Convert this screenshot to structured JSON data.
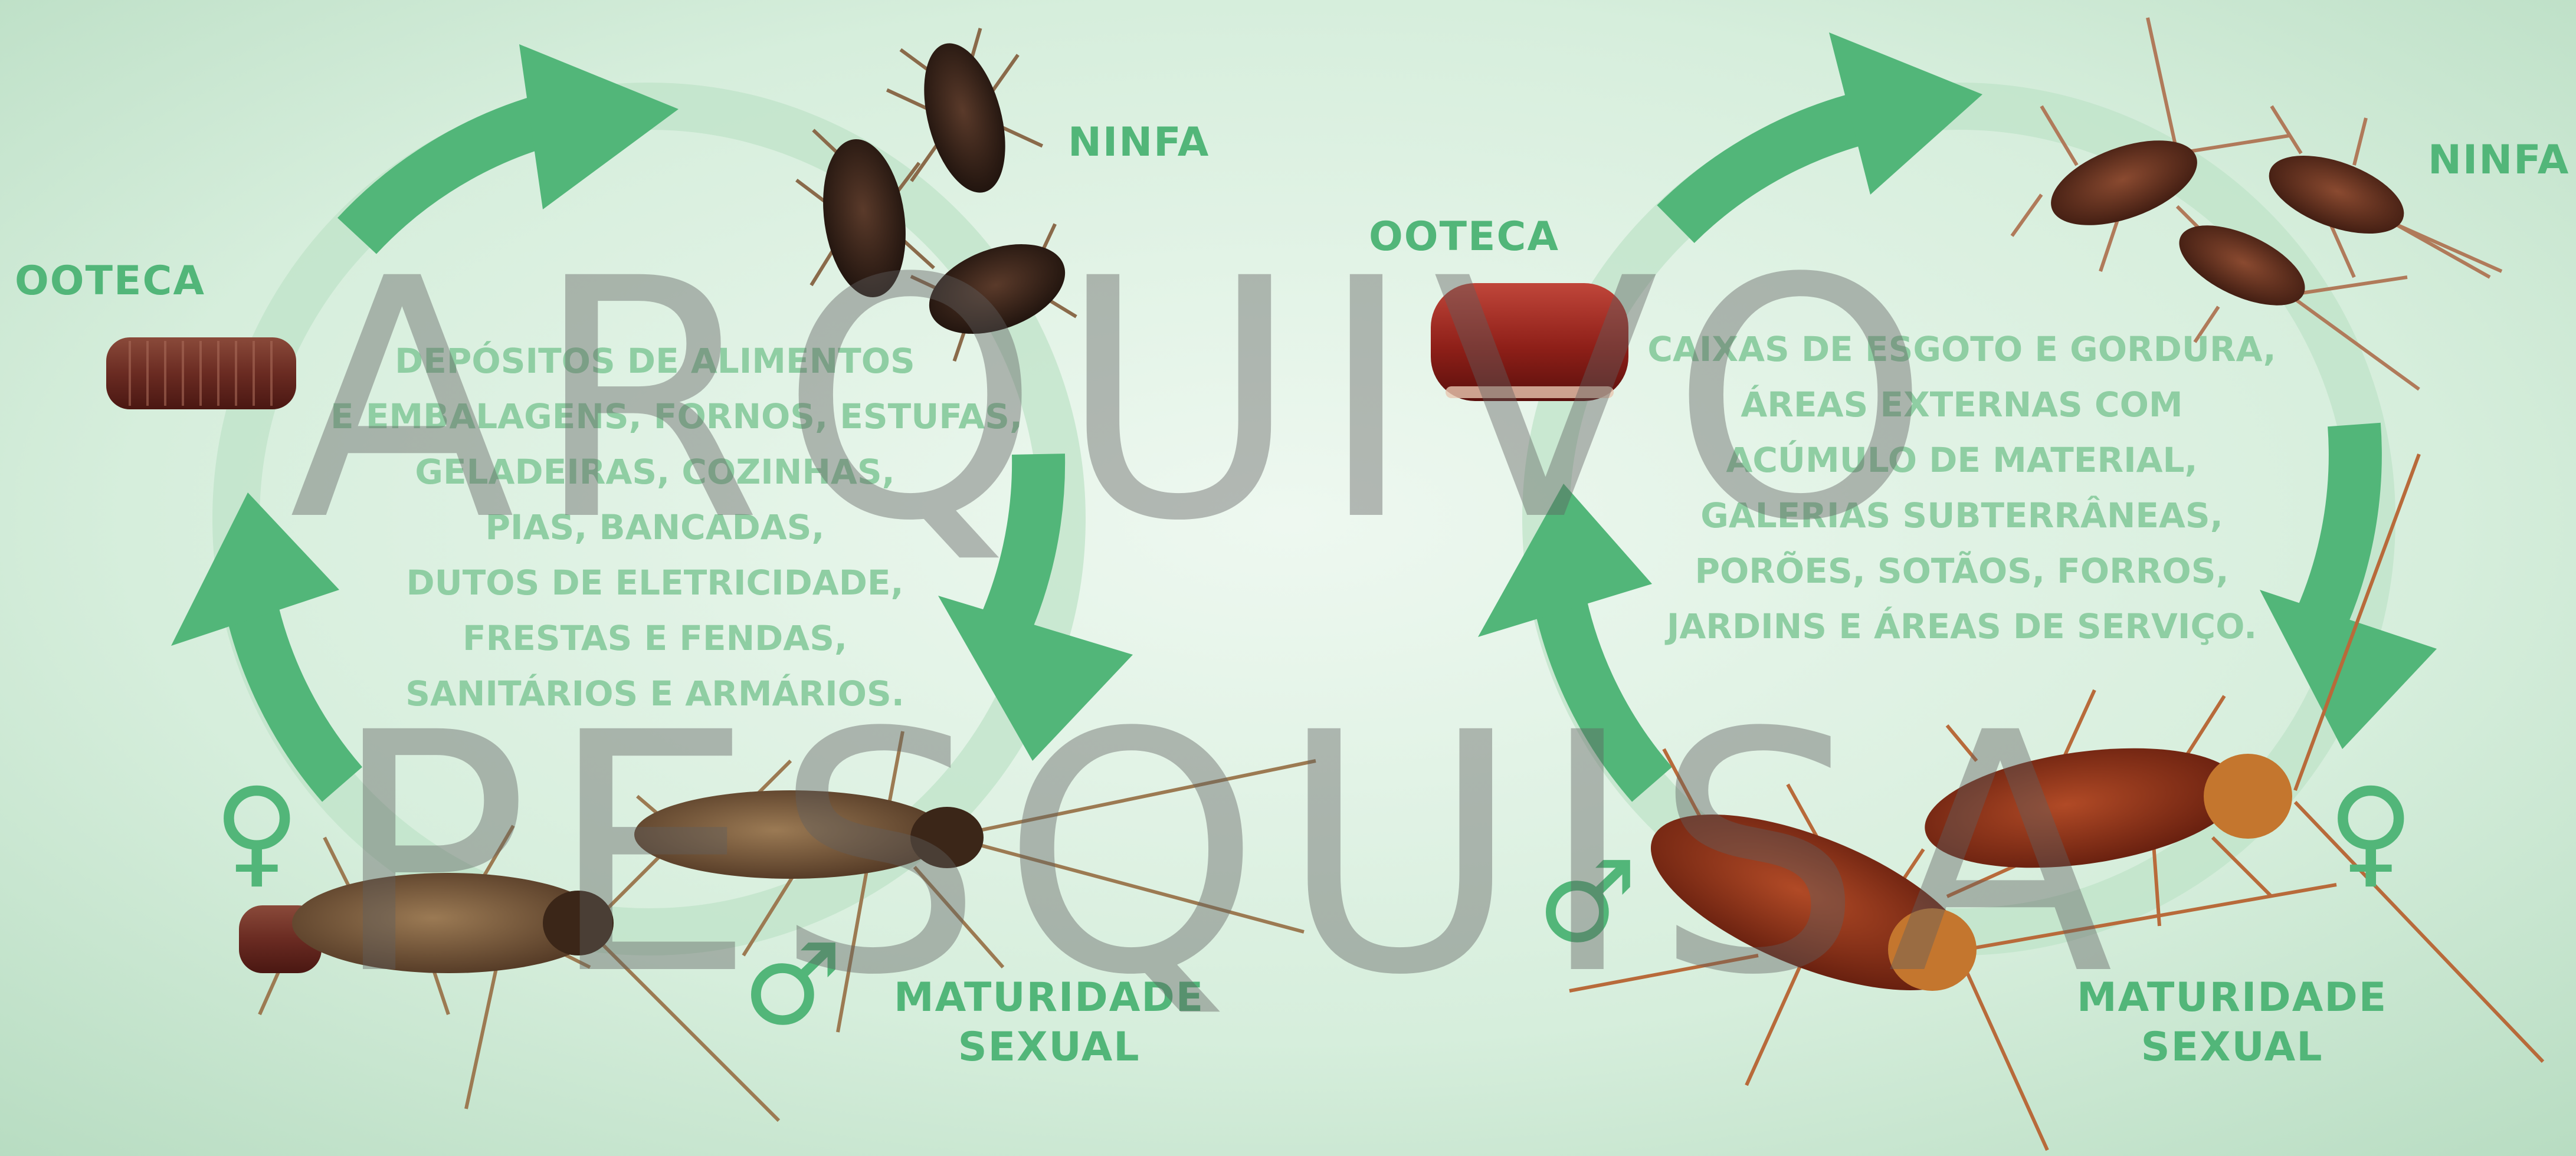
{
  "colors": {
    "background_light": "#e7f5ea",
    "background_dark": "#b9dfc4",
    "arrow_green": "#52b679",
    "label_green": "#52b679",
    "habitat_text": "#8fcea3",
    "watermark": "#5f5f5f"
  },
  "watermark": {
    "line1": "ARQUIVO",
    "line2": "PESQUISA"
  },
  "cycles": [
    {
      "ooteca_label": "OOTECA",
      "ninfa_label": "NINFA",
      "maturidade_line1": "MATURIDADE",
      "maturidade_line2": "SEXUAL",
      "female_symbol": "♀",
      "male_symbol": "♂",
      "habitat_lines": [
        "DEPÓSITOS DE ALIMENTOS",
        "E EMBALAGENS, FORNOS, ESTUFAS,",
        "GELADEIRAS, COZINHAS,",
        "PIAS, BANCADAS,",
        "DUTOS DE ELETRICIDADE,",
        "FRESTAS E FENDAS,",
        "SANITÁRIOS E ARMÁRIOS."
      ]
    },
    {
      "ooteca_label": "OOTECA",
      "ninfa_label": "NINFA",
      "maturidade_line1": "MATURIDADE",
      "maturidade_line2": "SEXUAL",
      "female_symbol": "♀",
      "male_symbol": "♂",
      "habitat_lines": [
        "CAIXAS DE ESGOTO E GORDURA,",
        "ÁREAS EXTERNAS COM",
        "ACÚMULO DE MATERIAL,",
        "GALERIAS SUBTERRÂNEAS,",
        "PORÕES, SOTÃOS, FORROS,",
        "JARDINS E ÁREAS DE SERVIÇO."
      ]
    }
  ]
}
